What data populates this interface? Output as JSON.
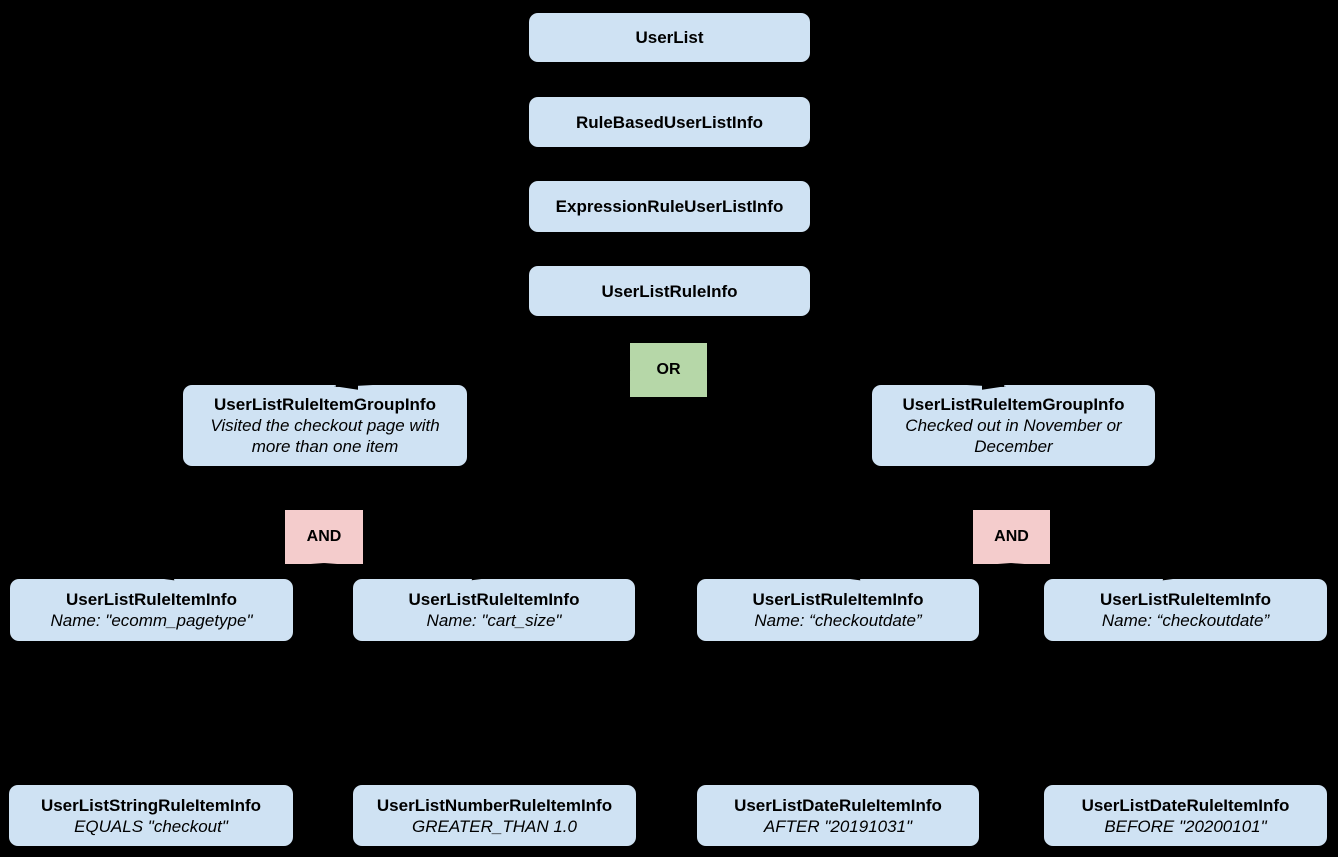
{
  "colors": {
    "background": "#000000",
    "node_fill": "#cfe2f3",
    "or_fill": "#b6d7a8",
    "and_fill": "#f4cccc",
    "text": "#000000",
    "connector": "#000000"
  },
  "nodes": {
    "user_list": {
      "label": "UserList"
    },
    "rule_based": {
      "label": "RuleBasedUserListInfo"
    },
    "expression_rule": {
      "label": "ExpressionRuleUserListInfo"
    },
    "rule_info": {
      "label": "UserListRuleInfo"
    },
    "or_op": {
      "label": "OR"
    },
    "group_left": {
      "label": "UserListRuleItemGroupInfo",
      "note": "Visited the checkout page with more than one item"
    },
    "group_right": {
      "label": "UserListRuleItemGroupInfo",
      "note": "Checked out in November or December"
    },
    "and_left": {
      "label": "AND"
    },
    "and_right": {
      "label": "AND"
    },
    "item1": {
      "label": "UserListRuleItemInfo",
      "note": "Name: \"ecomm_pagetype\""
    },
    "item2": {
      "label": "UserListRuleItemInfo",
      "note": "Name: \"cart_size\""
    },
    "item3": {
      "label": "UserListRuleItemInfo",
      "note": "Name: “checkoutdate”"
    },
    "item4": {
      "label": "UserListRuleItemInfo",
      "note": "Name: “checkoutdate”"
    },
    "leaf1": {
      "label": "UserListStringRuleItemInfo",
      "note": "EQUALS \"checkout\""
    },
    "leaf2": {
      "label": "UserListNumberRuleItemInfo",
      "note": "GREATER_THAN 1.0"
    },
    "leaf3": {
      "label": "UserListDateRuleItemInfo",
      "note": "AFTER \"20191031\""
    },
    "leaf4": {
      "label": "UserListDateRuleItemInfo",
      "note": "BEFORE \"20200101\""
    }
  }
}
